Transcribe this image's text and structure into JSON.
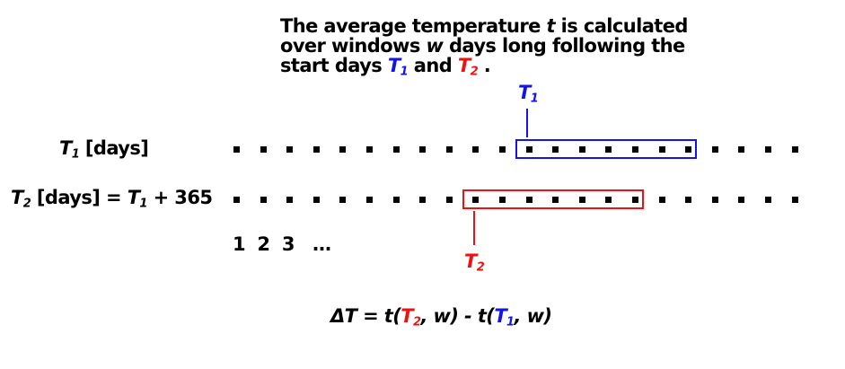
{
  "intro": {
    "line1_a": "The average temperature ",
    "line1_var": "t",
    "line1_b": " is calculated",
    "line2_a": "over windows ",
    "line2_var": "w",
    "line2_b": " days long following the",
    "line3_a": "start days ",
    "t1_letter": "T",
    "t1_sub": "1",
    "and": " and ",
    "t2_letter": "T",
    "t2_sub": "2",
    "end": " ."
  },
  "row1_label": {
    "var": "T",
    "sub": "1",
    "rest": " [days]"
  },
  "row2_label": {
    "var": "T",
    "sub": "2",
    "mid": " [days] = ",
    "var2": "T",
    "sub2": "1",
    "rest": " + 365"
  },
  "index_labels": "1  2  3   …",
  "t1_marker": {
    "var": "T",
    "sub": "1"
  },
  "t2_marker": {
    "var": "T",
    "sub": "2"
  },
  "formula": {
    "lhs": "ΔT = t(",
    "t2_var": "T",
    "t2_sub": "2",
    "mid": ", w) - t(",
    "t1_var": "T",
    "t1_sub": "1",
    "end": ", w)"
  },
  "colors": {
    "t1": "#1414e6",
    "t2": "#ee1111",
    "dots": "#000000"
  }
}
